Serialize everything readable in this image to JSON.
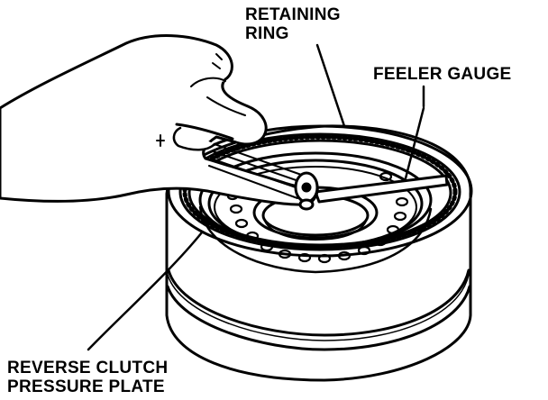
{
  "labels": {
    "retaining_ring": [
      "RETAINING",
      "RING"
    ],
    "feeler_gauge": "FEELER GAUGE",
    "pressure_plate": [
      "REVERSE CLUTCH",
      "PRESSURE PLATE"
    ]
  },
  "colors": {
    "ink": "#000000",
    "paper": "#ffffff"
  }
}
